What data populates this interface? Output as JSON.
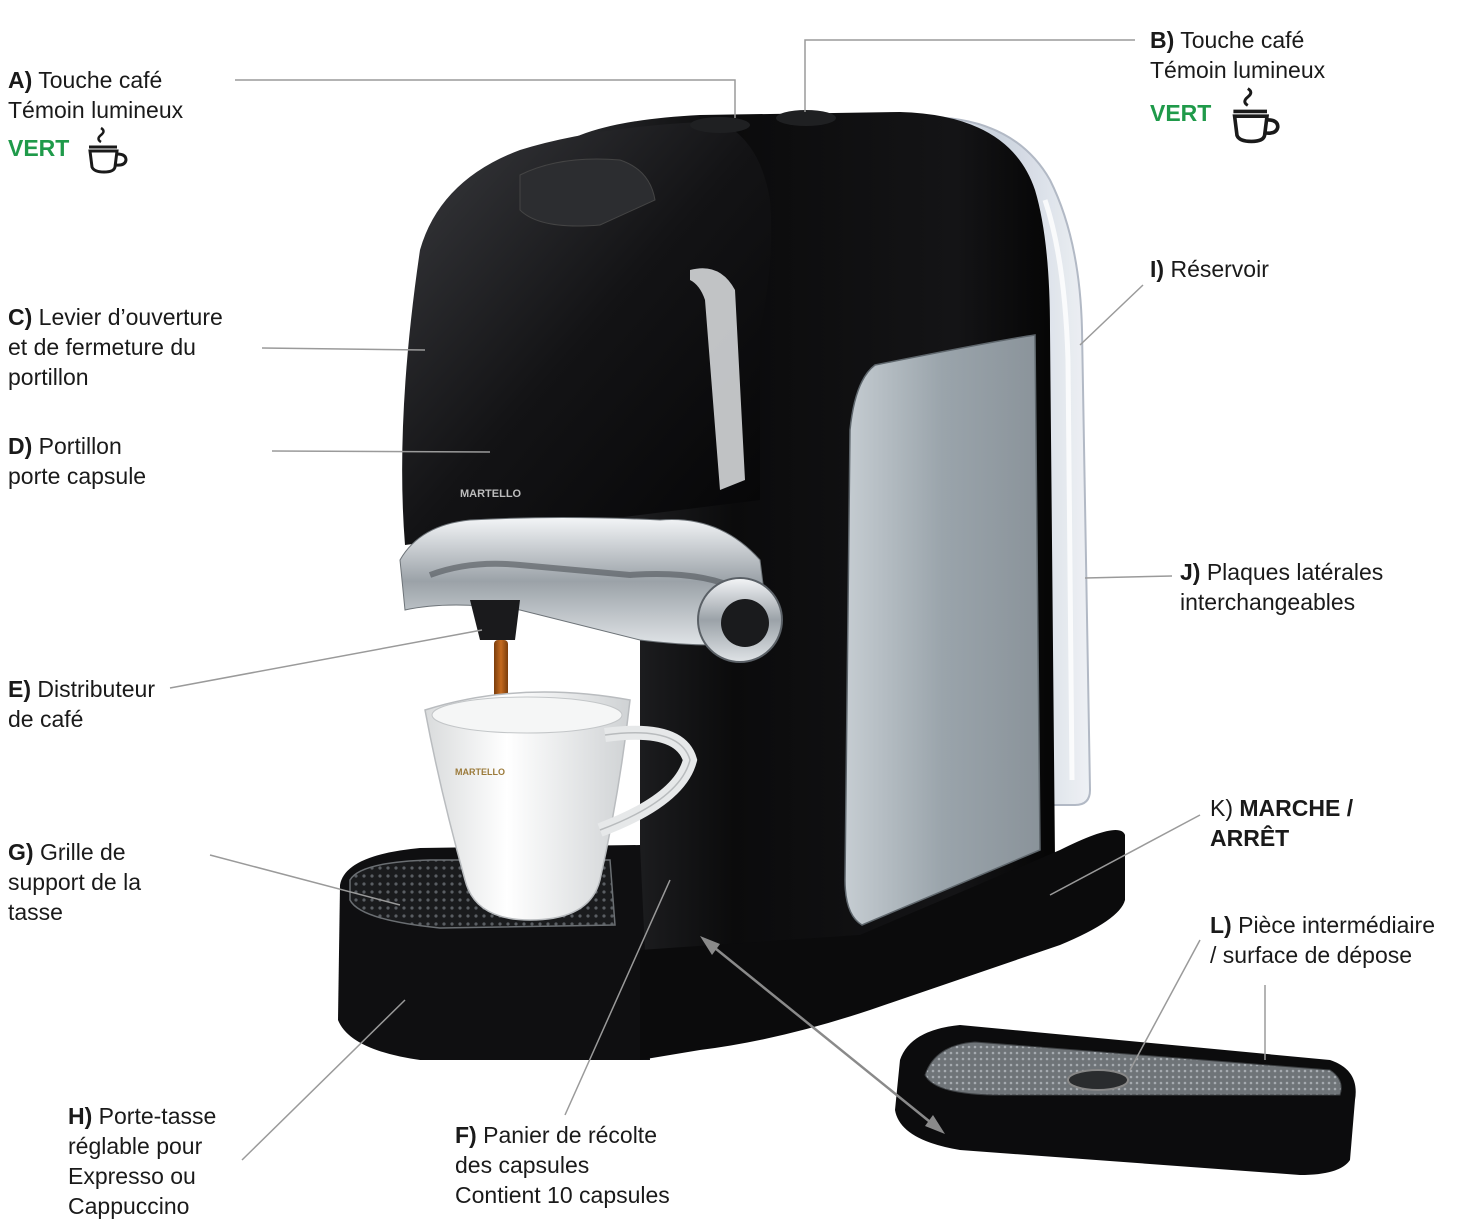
{
  "colors": {
    "green": "#1f9a4a",
    "machine_body": "#0e0e10",
    "side_panel": "#a9b3ba",
    "chrome": "#c9ced3",
    "leader_line": "#9a9a9a"
  },
  "labels": {
    "a": {
      "key": "A)",
      "line1": "Touche café",
      "line2": "Témoin lumineux",
      "green": "VERT",
      "icon": "coffee-cup-icon"
    },
    "b": {
      "key": "B)",
      "line1": "Touche café",
      "line2": "Témoin lumineux",
      "green": "VERT",
      "icon": "coffee-cup-icon"
    },
    "c": {
      "key": "C)",
      "line1": "Levier d’ouverture",
      "line2": "et de fermeture du",
      "line3": "portillon"
    },
    "d": {
      "key": "D)",
      "line1": "Portillon",
      "line2": "porte capsule"
    },
    "e": {
      "key": "E)",
      "line1": "Distributeur",
      "line2": "de café"
    },
    "f": {
      "key": "F)",
      "line1": "Panier de récolte",
      "line2": "des capsules",
      "line3": "Contient 10 capsules"
    },
    "g": {
      "key": "G)",
      "line1": "Grille de",
      "line2": "support de la",
      "line3": "tasse"
    },
    "h": {
      "key": "H)",
      "line1": "Porte-tasse",
      "line2": "réglable pour",
      "line3": "Expresso ou",
      "line4": "Cappuccino"
    },
    "i": {
      "key": "I)",
      "line1": "Réservoir"
    },
    "j": {
      "key": "J)",
      "line1": "Plaques latérales",
      "line2": "interchangeables"
    },
    "k": {
      "key": "K)",
      "line1": "MARCHE /",
      "line2": "ARRÊT"
    },
    "l": {
      "key": "L)",
      "line1": "Pièce intermédiaire",
      "line2": "/ surface de dépose"
    }
  },
  "logos": {
    "machine": "MARTELLO",
    "cup": "MARTELLO"
  }
}
